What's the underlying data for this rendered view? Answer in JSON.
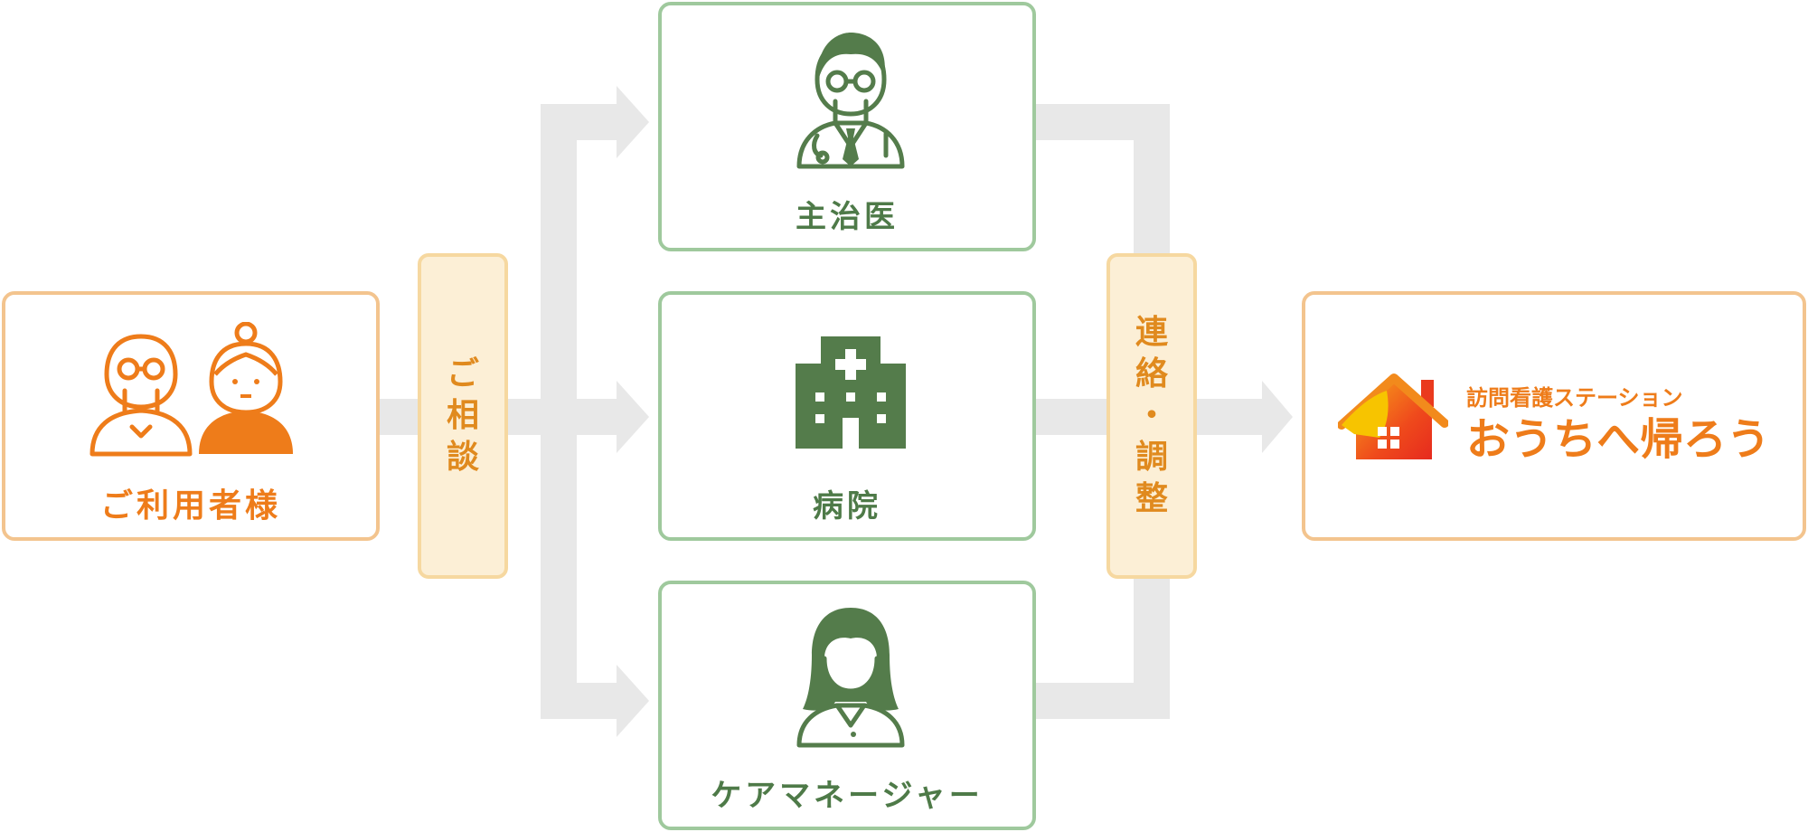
{
  "user_box": {
    "label": "ご利用者様"
  },
  "consult_pill": {
    "chars": [
      "ご",
      "相",
      "談"
    ]
  },
  "doctor_box": {
    "label": "主治医"
  },
  "hospital_box": {
    "label": "病院"
  },
  "caremanager_box": {
    "label": "ケアマネージャー"
  },
  "contact_pill": {
    "chars": [
      "連",
      "絡",
      "・",
      "調",
      "整"
    ]
  },
  "brand": {
    "subtitle": "訪問看護ステーション",
    "name": "おうちへ帰ろう"
  },
  "colors": {
    "orange_border": "#f3c48e",
    "orange_text": "#ee7c1a",
    "green_border": "#9fc99d",
    "green_icon": "#547c4b",
    "pill_bg": "#fcefd6",
    "pill_border": "#f6d8a0",
    "arrow_gray": "#e8e8e8"
  }
}
